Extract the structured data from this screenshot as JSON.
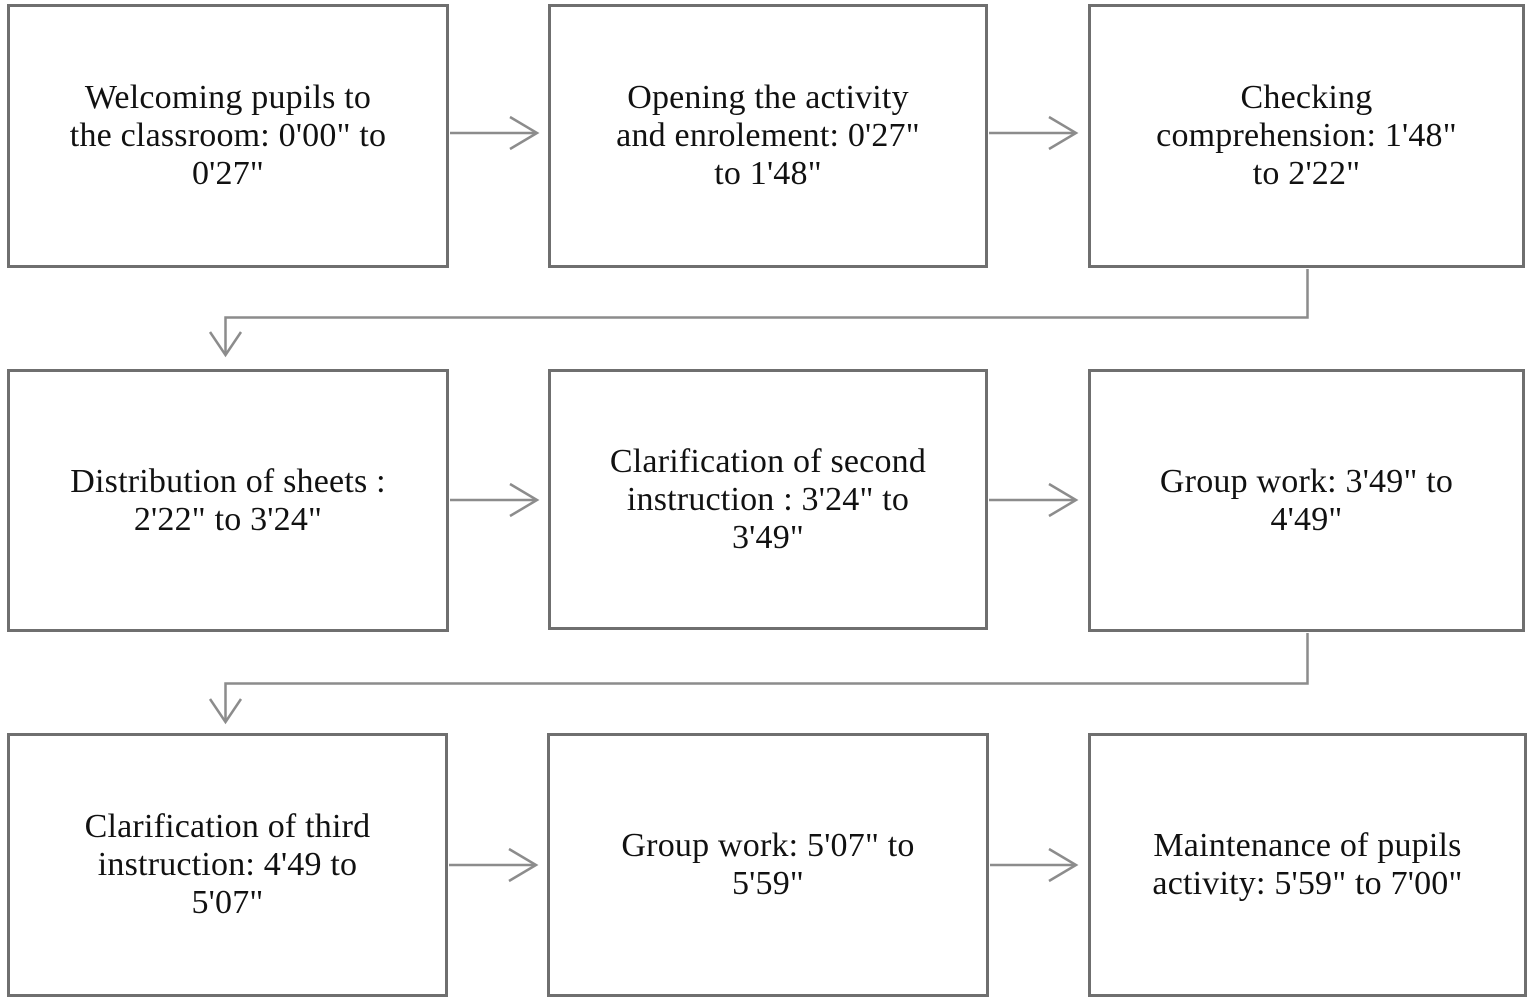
{
  "diagram": {
    "type": "flowchart",
    "background_color": "#ffffff",
    "box_border_color": "#6f6f6f",
    "arrow_color": "#8c8c8c",
    "text_color": "#111111",
    "boxes": [
      {
        "id": "welcoming",
        "label": "Welcoming pupils to\nthe classroom: 0'00\" to\n0'27\""
      },
      {
        "id": "opening-enrolement",
        "label": "Opening the activity\nand enrolement: 0'27\"\nto 1'48\""
      },
      {
        "id": "checking-comprehension",
        "label": "Checking\ncomprehension: 1'48\"\nto 2'22\""
      },
      {
        "id": "distribution-sheets",
        "label": "Distribution of sheets :\n2'22\" to 3'24\""
      },
      {
        "id": "clarification-second",
        "label": "Clarification of second\ninstruction : 3'24\" to\n3'49\""
      },
      {
        "id": "group-work-1",
        "label": "Group work: 3'49\" to\n4'49\""
      },
      {
        "id": "clarification-third",
        "label": "Clarification of third\ninstruction: 4'49 to\n5'07\""
      },
      {
        "id": "group-work-2",
        "label": "Group work: 5'07\" to\n5'59\""
      },
      {
        "id": "maintenance-activity",
        "label": "Maintenance of pupils\nactivity: 5'59\" to 7'00\""
      }
    ],
    "flow_order": [
      "welcoming",
      "opening-enrolement",
      "checking-comprehension",
      "distribution-sheets",
      "clarification-second",
      "group-work-1",
      "clarification-third",
      "group-work-2",
      "maintenance-activity"
    ]
  }
}
